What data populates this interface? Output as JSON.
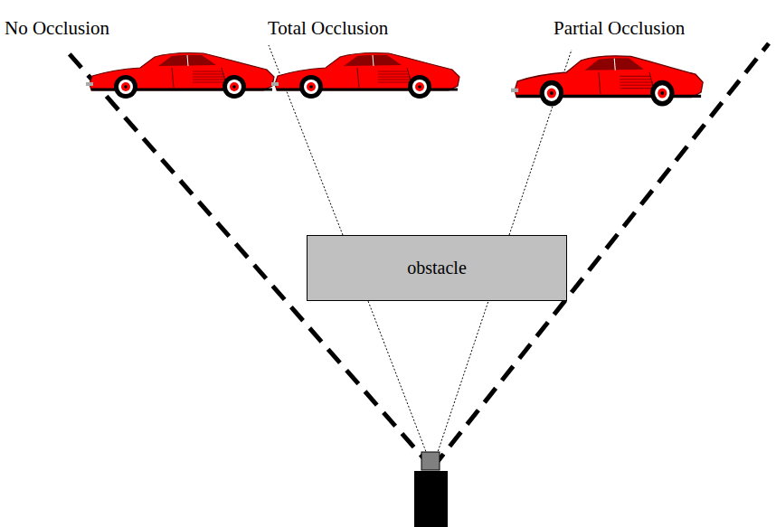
{
  "diagram": {
    "nodes": [
      {
        "text": [
          "obstacle"
        ]
      }
    ],
    "labels": [
      "No Occlusion",
      "Total Occlusion",
      "Partial Occlusion"
    ]
  }
}
